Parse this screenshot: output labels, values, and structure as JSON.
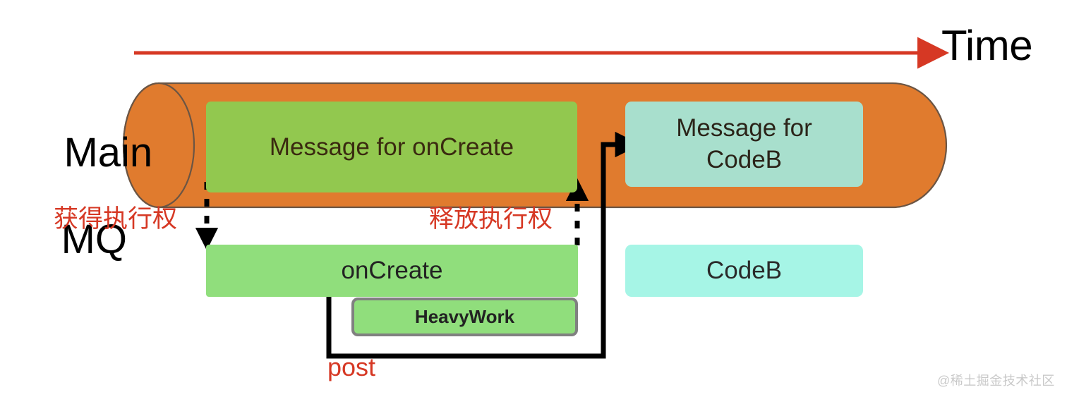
{
  "diagram": {
    "title_axis": "Time",
    "lane": {
      "name_line1": "Main",
      "name_line2": "MQ",
      "color": "#E07B2E",
      "shape": "cylinder"
    },
    "axis_arrow": {
      "color": "#D63824",
      "direction": "right",
      "label": "Time"
    },
    "queue_items": [
      {
        "id": "msg-oncreate",
        "label": "Message for onCreate",
        "color": "#92C84F",
        "text_color": "#3A2A10"
      },
      {
        "id": "msg-codeb",
        "label": "Message for\nCodeB",
        "label_line1": "Message for",
        "label_line2": "CodeB",
        "color": "#A8DFCD",
        "text_color": "#2B2419"
      }
    ],
    "execution_items": [
      {
        "id": "oncreate",
        "label": "onCreate",
        "color": "#90DE7C",
        "text_color": "#222222"
      },
      {
        "id": "codeb",
        "label": "CodeB",
        "color": "#A6F5E6",
        "text_color": "#2A2A2A"
      },
      {
        "id": "heavywork",
        "label": "HeavyWork",
        "color": "#90DE7C",
        "border_color": "#808080",
        "text_color": "#222222"
      }
    ],
    "annotations": [
      {
        "id": "acquire",
        "label": "获得执行权",
        "color": "#D63824",
        "connector": "dashed-arrow-down"
      },
      {
        "id": "release",
        "label": "释放执行权",
        "color": "#D63824",
        "connector": "dashed-arrow-up"
      },
      {
        "id": "post",
        "label": "post",
        "color": "#D63824",
        "connector": "solid-elbow-arrow"
      }
    ],
    "watermark": "@稀土掘金技术社区"
  }
}
